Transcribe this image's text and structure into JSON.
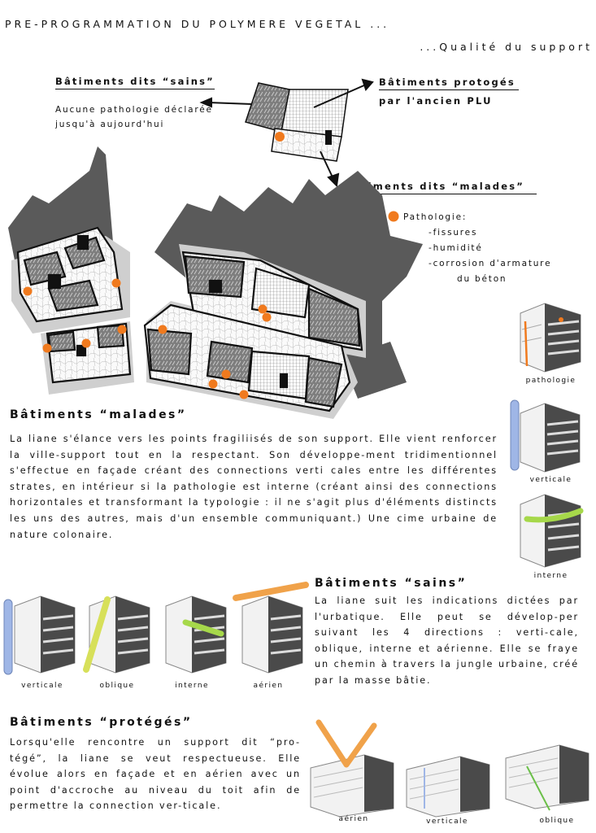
{
  "header": {
    "title": "PRE-PROGRAMMATION DU POLYMERE VEGETAL ...",
    "subtitle": "...Qualité du support"
  },
  "legend": {
    "sains_label": "Bâtiments dits “sains”",
    "sains_desc_1": "Aucune pathologie déclarée",
    "sains_desc_2": "jusqu'à aujourd'hui",
    "proteges_label_1": "Bâtiments protogés",
    "proteges_label_2": "par l'ancien PLU",
    "malades_label": "Bâtiments dits “malades”",
    "patho_title": "Pathologie:",
    "patho_items": [
      "-fissures",
      "-humidité",
      "-corrosion d'armature",
      "du béton"
    ]
  },
  "section_malades": {
    "heading": "Bâtiments “malades”",
    "text": "La liane s'élance vers les points fragiliisés de son support. Elle vient renforcer la ville-support tout en la respectant. Son développe-ment tridimentionnel s'effectue en façade créant des connections verti cales entre les différentes strates, en intérieur si la pathologie est interne (créant ainsi des connections horizontales et transformant la typologie : il ne s'agit plus d'éléments distincts les uns des autres, mais d'un ensemble communiquant.) Une cime urbaine de nature colonaire.",
    "captions": [
      "pathologie",
      "verticale",
      "interne"
    ]
  },
  "section_sains": {
    "heading": "Bâtiments “sains”",
    "text": "La liane suit les indications dictées par l'urbatique. Elle peut se dévelop-per suivant les 4 directions : verti-cale, oblique, interne et aérienne. Elle se fraye un chemin à travers la jungle urbaine, créé par la masse bâtie.",
    "captions": [
      "verticale",
      "oblique",
      "interne",
      "aérien"
    ]
  },
  "section_proteges": {
    "heading": "Bâtiments “protégés”",
    "text": "Lorsqu'elle rencontre un support dit “pro-tégé”, la liane se veut respectueuse. Elle évolue alors en façade et en aérien avec un point d'accroche au niveau du toit afin de permettre la connection ver-ticale.",
    "captions": [
      "aérien",
      "verticale",
      "oblique"
    ]
  },
  "colors": {
    "pathology_dot": "#f07a1e",
    "shadow": "#555555",
    "vertical_liane": "#9fb6e6",
    "oblique_liane": "#d7e05a",
    "interne_liane": "#a6d84a",
    "aerien_liane": "#f0a24a",
    "protected_oblique_liane": "#6cc04a"
  }
}
